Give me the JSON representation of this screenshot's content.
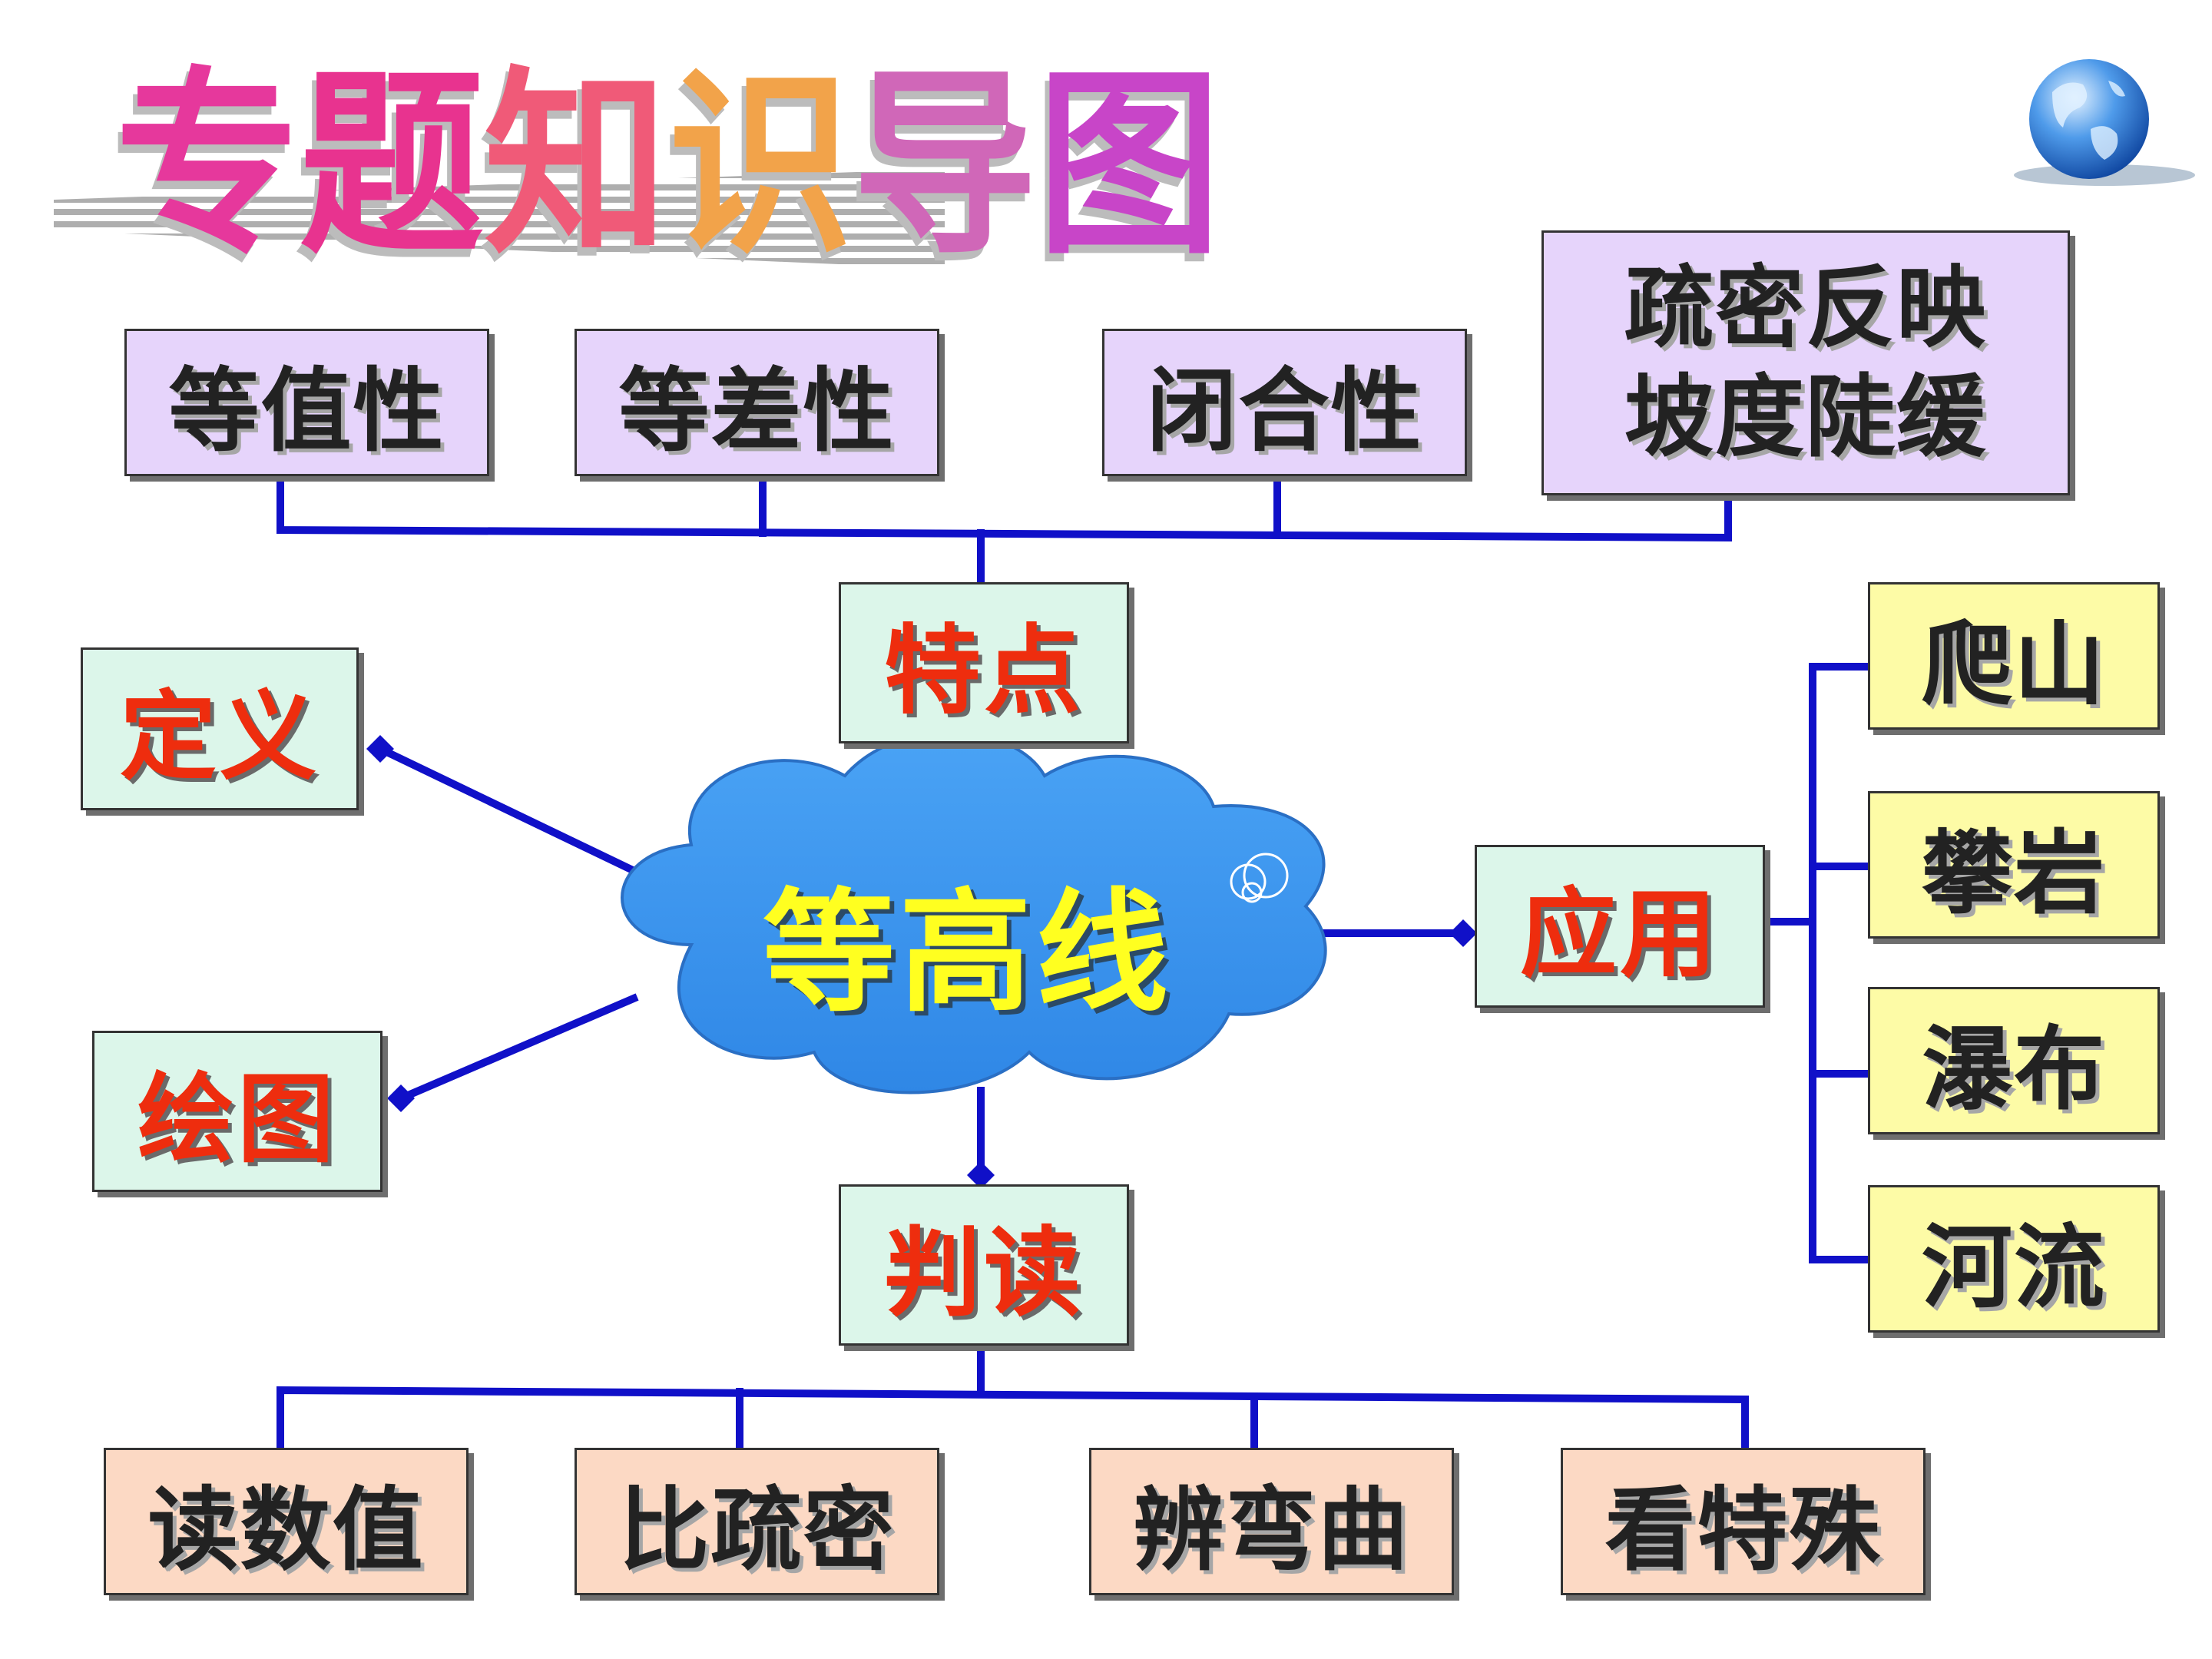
{
  "title": "专题知识导图",
  "title_colors": [
    "#e6389c",
    "#e8338f",
    "#f05a78",
    "#f2a34a",
    "#d067b8",
    "#c845c8"
  ],
  "colors": {
    "connector": "#1010c8",
    "cloud": "#3d97ef",
    "center_text": "#ffff20",
    "accent_red": "#ee2d0e"
  },
  "center": "等高线",
  "branches": {
    "features": {
      "label": "特点",
      "items": [
        "等值性",
        "等差性",
        "闭合性"
      ],
      "multiline_item": [
        "疏密反映",
        "坡度陡缓"
      ]
    },
    "definition": {
      "label": "定义"
    },
    "drawing": {
      "label": "绘图"
    },
    "application": {
      "label": "应用",
      "items": [
        "爬山",
        "攀岩",
        "瀑布",
        "河流"
      ]
    },
    "reading": {
      "label": "判读",
      "items": [
        "读数值",
        "比疏密",
        "辨弯曲",
        "看特殊"
      ]
    }
  },
  "icons": [
    "globe-icon"
  ]
}
